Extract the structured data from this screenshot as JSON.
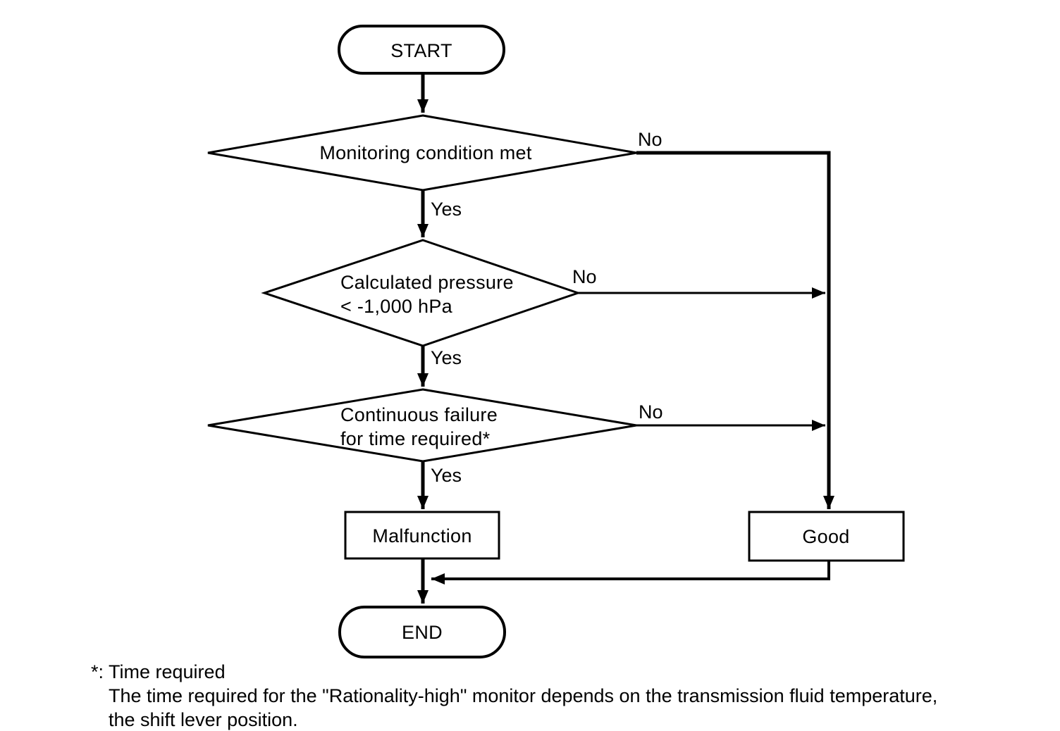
{
  "page": {
    "background_color": "#ffffff",
    "line_color": "#000000"
  },
  "flowchart": {
    "start": {
      "label": "START"
    },
    "decision_monitoring": {
      "label": "Monitoring condition met",
      "yes_label": "Yes",
      "no_label": "No"
    },
    "decision_pressure": {
      "label_line1": "Calculated pressure",
      "label_line2": "< -1,000 hPa",
      "yes_label": "Yes",
      "no_label": "No"
    },
    "decision_failure": {
      "label_line1": "Continuous failure",
      "label_line2": "for time required*",
      "yes_label": "Yes",
      "no_label": "No"
    },
    "result_malfunction": {
      "label": "Malfunction"
    },
    "result_good": {
      "label": "Good"
    },
    "end": {
      "label": "END"
    },
    "footnote": {
      "line1": "*: Time required",
      "line2": "The time required for the \"Rationality-high\" monitor depends on the transmission fluid temperature,",
      "line3": "the shift lever position."
    }
  }
}
